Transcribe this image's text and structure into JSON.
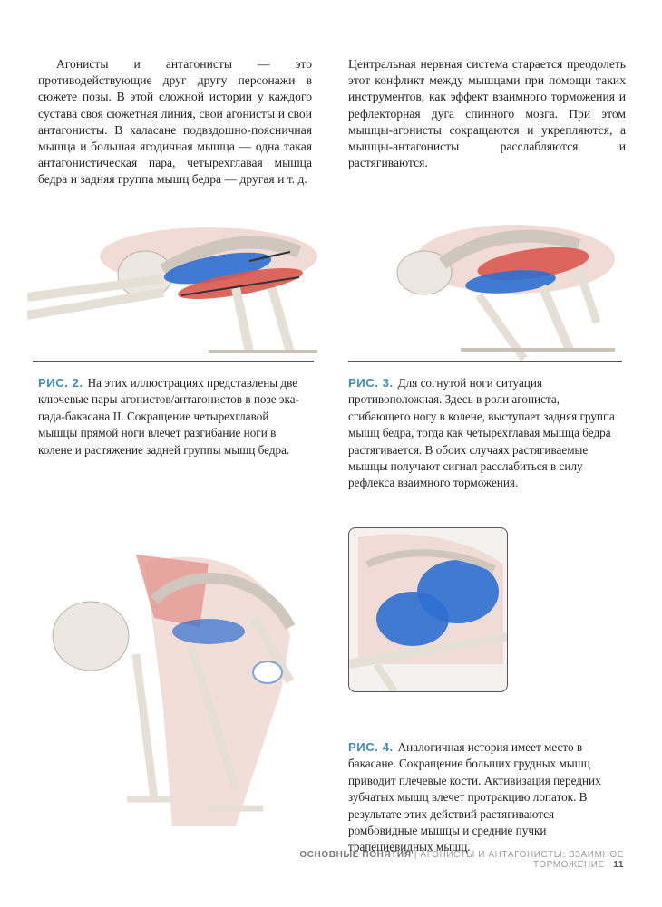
{
  "intro_left": {
    "paragraph": "Агонисты и антагонисты — это противодействующие друг другу персонажи в сюжете позы. В этой сложной истории у каждого сустава своя сюжетная линия, свои агонисты и свои антагонисты. В халасане подвздошно-поясничная мышца и большая ягодичная мышца — одна такая антагонистическая пара, четырехглавая мышца бедра и задняя группа мышц бедра — другая и т. д."
  },
  "intro_right": {
    "paragraph": "Центральная нервная система старается преодолеть этот конфликт между мышцами при помощи таких инструментов, как эффект взаимного торможения и рефлекторная дуга спинного мозга. При этом мышцы-агонисты сокращаются и укрепляются, а мышцы-антагонисты расслабляются и растягиваются."
  },
  "figures": {
    "fig2": {
      "label": "РИС. 2.",
      "caption": "На этих иллюстрациях представлены две ключевые пары агонистов/антагонистов в позе эка-пада-бакасана II. Сокращение четырехглавой мышцы прямой ноги влечет разгибание ноги в колене и растяжение задней группы мышц бедра."
    },
    "fig3": {
      "label": "РИС. 3.",
      "caption": "Для согнутой ноги ситуация противоположная. Здесь в роли агониста, сгибающего ногу в колене, выступает задняя группа мышц бедра, тогда как четырехглавая мышца бедра растягивается. В обоих случаях растягиваемые мышцы получают сигнал расслабиться в силу рефлекса взаимного торможения."
    },
    "fig4": {
      "label": "РИС. 4.",
      "caption": "Аналогичная история имеет место в бакасане. Сокращение больших грудных мышц приводит плечевые кости. Активизация передних зубчатых мышц влечет протракцию лопаток. В результате этих действий растягиваются ромбовидные мышцы и средние пучки трапециевидных мышц."
    }
  },
  "footer": {
    "section": "ОСНОВНЫЕ ПОНЯТИЯ",
    "separator": "|",
    "chapter": "АГОНИСТЫ И АНТАГОНИСТЫ: ВЗАИМНОЕ ТОРМОЖЕНИЕ",
    "page": "11"
  },
  "colors": {
    "accent": "#3c8db0",
    "muscle_blue": "#2e6fd0",
    "muscle_red": "#d9584f",
    "bone": "#ece8e1",
    "skin": "#e8c9c0"
  }
}
